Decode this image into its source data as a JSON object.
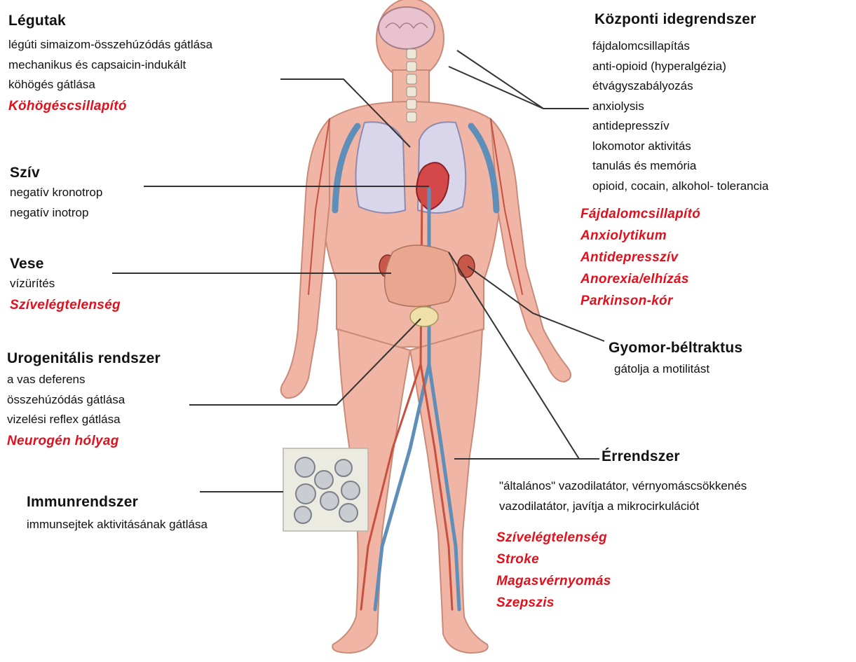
{
  "colors": {
    "clinical_red": "#e0101c",
    "skin": "#f0b5a4",
    "vessel_blue": "#5f8fb8",
    "artery_red": "#c8503f"
  },
  "sections": {
    "legutak": {
      "heading": "Légutak",
      "effects": [
        "légúti simaizom-összehúzódás gátlása",
        "mechanikus és capsaicin-indukált",
        "köhögés gátlása"
      ],
      "clinical": [
        "Köhögéscsillapító"
      ]
    },
    "sziv": {
      "heading": "Szív",
      "effects": [
        "negatív kronotrop",
        "negatív inotrop"
      ],
      "clinical": []
    },
    "vese": {
      "heading": "Vese",
      "effects": [
        "vízürítés"
      ],
      "clinical": [
        "Szívelégtelenség"
      ]
    },
    "urogenitalis": {
      "heading": "Urogenitális rendszer",
      "effects": [
        "a vas deferens",
        "összehúzódás gátlása",
        "vizelési reflex gátlása"
      ],
      "clinical": [
        "Neurogén hólyag"
      ]
    },
    "immun": {
      "heading": "Immunrendszer",
      "effects": [
        "immunsejtek aktivitásának gátlása"
      ],
      "clinical": []
    },
    "kozponti": {
      "heading": "Központi idegrendszer",
      "effects": [
        "fájdalomcsillapítás",
        "anti-opioid (hyperalgézia)",
        "étvágyszabályozás",
        "anxiolysis",
        "antidepresszív",
        "lokomotor aktivitás",
        "tanulás és memória",
        "opioid, cocain, alkohol- tolerancia"
      ],
      "clinical": [
        "Fájdalomcsillapító",
        "Anxiolytikum",
        "Antidepresszív",
        "Anorexia/elhízás",
        "Parkinson-kór"
      ]
    },
    "gyomor": {
      "heading": "Gyomor-béltraktus",
      "effects": [
        "gátolja a motilitást"
      ],
      "clinical": []
    },
    "errendszer": {
      "heading": "Érrendszer",
      "effects": [
        "\"általános\" vazodilatátor, vérnyomáscsökkenés",
        "vazodilatátor, javítja a mikrocirkulációt"
      ],
      "clinical": [
        "Szívelégtelenség",
        "Stroke",
        "Magasvérnyomás",
        "Szepszis"
      ]
    }
  }
}
